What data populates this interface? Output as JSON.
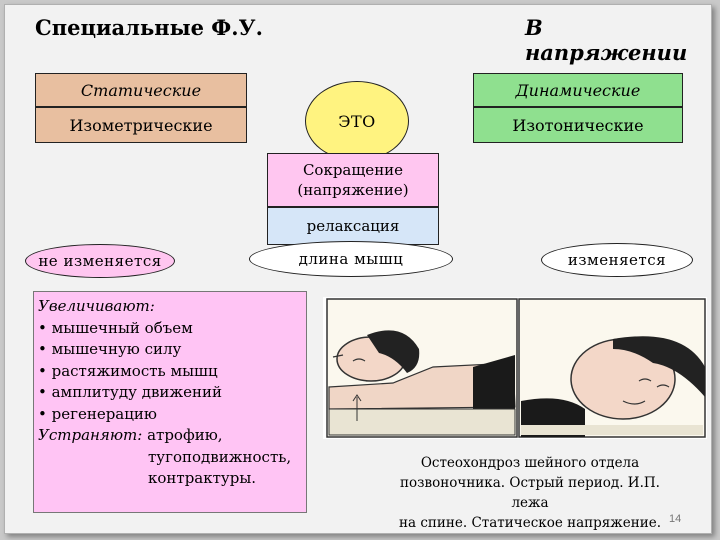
{
  "header": {
    "title": "Специальные Ф.У.",
    "subtitle": "В напряжении"
  },
  "static_box": {
    "label": "Статические",
    "sub": "Изометрические"
  },
  "dynamic_box": {
    "label": "Динамические",
    "sub": "Изотонические"
  },
  "center": {
    "eto": "ЭТО",
    "contraction_line1": "Сокращение",
    "contraction_line2": "(напряжение)",
    "relaxation": "релаксация"
  },
  "row": {
    "left": "не изменяется",
    "center": "длина мышц",
    "right": "изменяется"
  },
  "effects": {
    "increase_heading": "Увеличивают:",
    "items": [
      "• мышечный объем",
      "• мышечную силу",
      "• растяжимость мышц",
      "• амплитуду движений",
      "• регенерацию"
    ],
    "remove_heading": "Устраняют:",
    "remove_line1": "атрофию,",
    "remove_line2": "тугоподвижность,",
    "remove_line3": "контрактуры."
  },
  "caption": {
    "line1": "Остеохондроз шейного отдела",
    "line2": "позвоночника. Острый период. И.П. лежа",
    "line3": "на спине. Статическое напряжение."
  },
  "page_number": "14"
}
